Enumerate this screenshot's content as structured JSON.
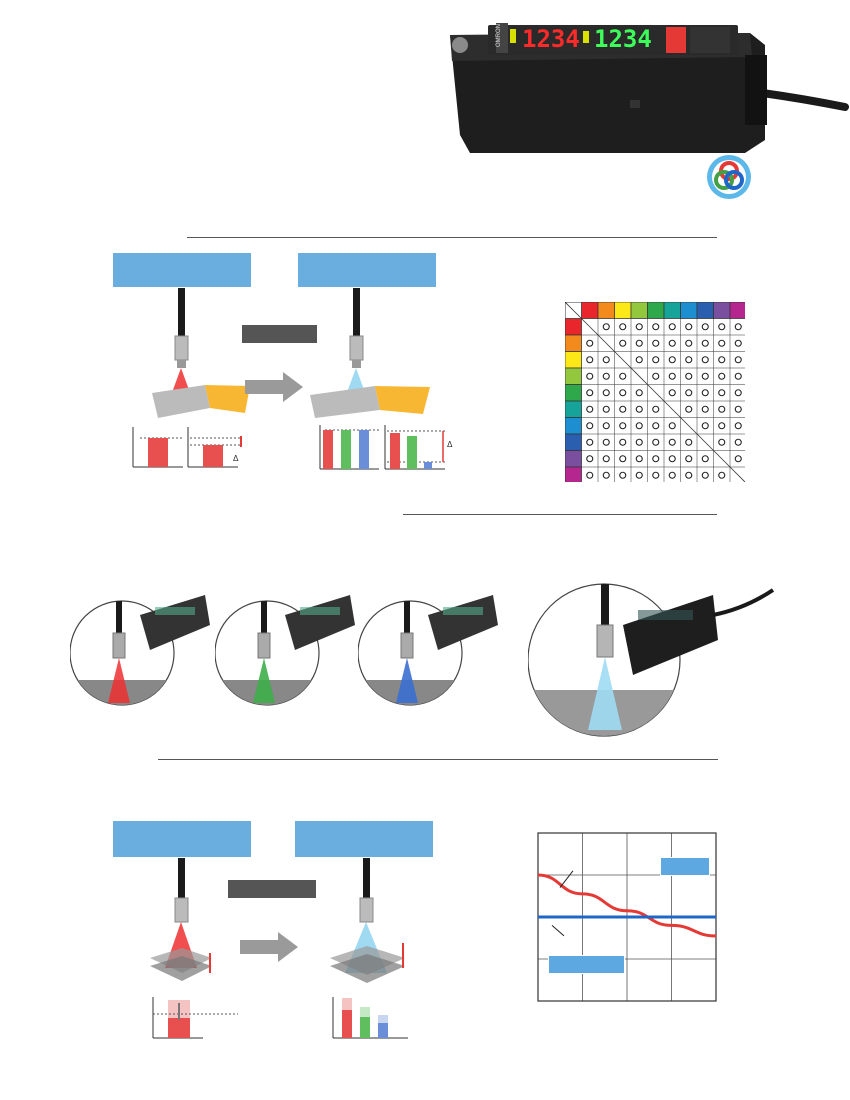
{
  "product": {
    "brand": "OMRON",
    "display_left": "1234",
    "display_right": "1234",
    "colors": {
      "body": "#1b1b1b",
      "display_red": "#ff2a2a",
      "display_green": "#3cff5a"
    }
  },
  "section_colors": {
    "accent_blue": "#6aaee0",
    "red": "#e53935",
    "green": "#43a047",
    "blue": "#1e66c8"
  },
  "color_matrix": {
    "colors": [
      "#e8262b",
      "#f28a1d",
      "#fbe816",
      "#93c83e",
      "#2ea84a",
      "#16a39a",
      "#1d8fd1",
      "#2a5fb0",
      "#7a4fa0",
      "#b5278e"
    ],
    "mark": "o"
  },
  "chart_data": {
    "type": "line",
    "title": "",
    "xlabel": "",
    "ylabel": "",
    "x": [
      0,
      1,
      2,
      3,
      4
    ],
    "series": [
      {
        "values": [
          3.0,
          2.55,
          2.15,
          1.8,
          1.55
        ],
        "color": "#e53935"
      },
      {
        "values": [
          2.0,
          2.0,
          2.0,
          2.0,
          2.0
        ],
        "color": "#1e66c8"
      }
    ],
    "xlim": [
      0,
      4
    ],
    "ylim": [
      0,
      4
    ],
    "grid": true
  }
}
